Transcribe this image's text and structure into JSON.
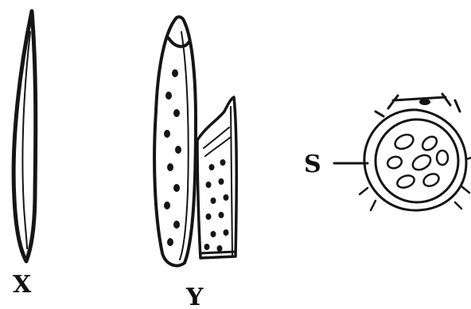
{
  "labels": {
    "x": "X",
    "y": "Y",
    "s": "S"
  },
  "colors": {
    "ink": "#151515",
    "background": "#ffffff"
  }
}
